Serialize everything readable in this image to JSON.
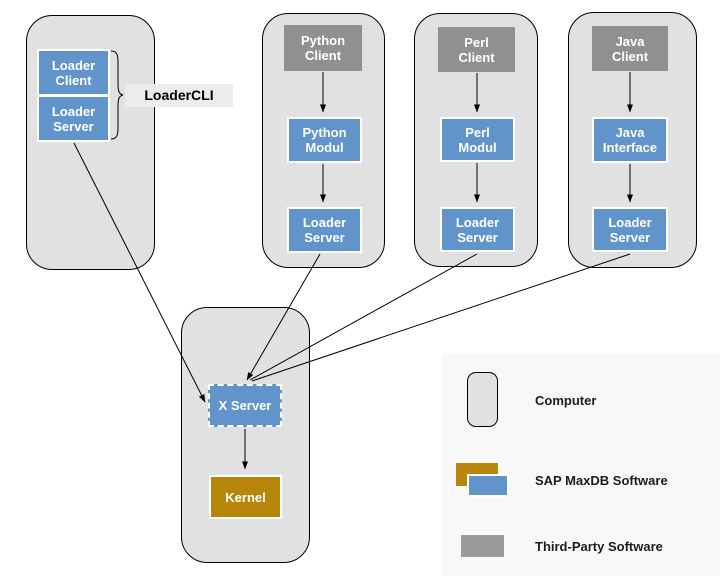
{
  "diagram": {
    "loader_computer": {
      "client_label": "Loader\nClient",
      "server_label": "Loader\nServer"
    },
    "loader_cli_label": "LoaderCLI",
    "python_computer": {
      "client": "Python\nClient",
      "module": "Python\nModul",
      "loader_server": "Loader\nServer"
    },
    "perl_computer": {
      "client": "Perl\nClient",
      "module": "Perl\nModul",
      "loader_server": "Loader\nServer"
    },
    "java_computer": {
      "client": "Java\nClient",
      "module": "Java\nInterface",
      "loader_server": "Loader\nServer"
    },
    "database_computer": {
      "xserver": "X Server",
      "kernel": "Kernel"
    }
  },
  "legend": {
    "computer_label": "Computer",
    "sap_label": "SAP MaxDB Software",
    "third_party_label": "Third-Party Software"
  },
  "colors": {
    "sap_blue": "#6094cb",
    "client_gray": "#909090",
    "kernel_gold": "#b8860b",
    "computer_fill": "#e1e1e1",
    "computer_border": "#000000",
    "legend_gray": "#9a9a9a",
    "legend_panel_bg": "#f8f8f8",
    "label_bg": "#ececec",
    "line_color": "#000000",
    "box_text": "#ffffff"
  }
}
